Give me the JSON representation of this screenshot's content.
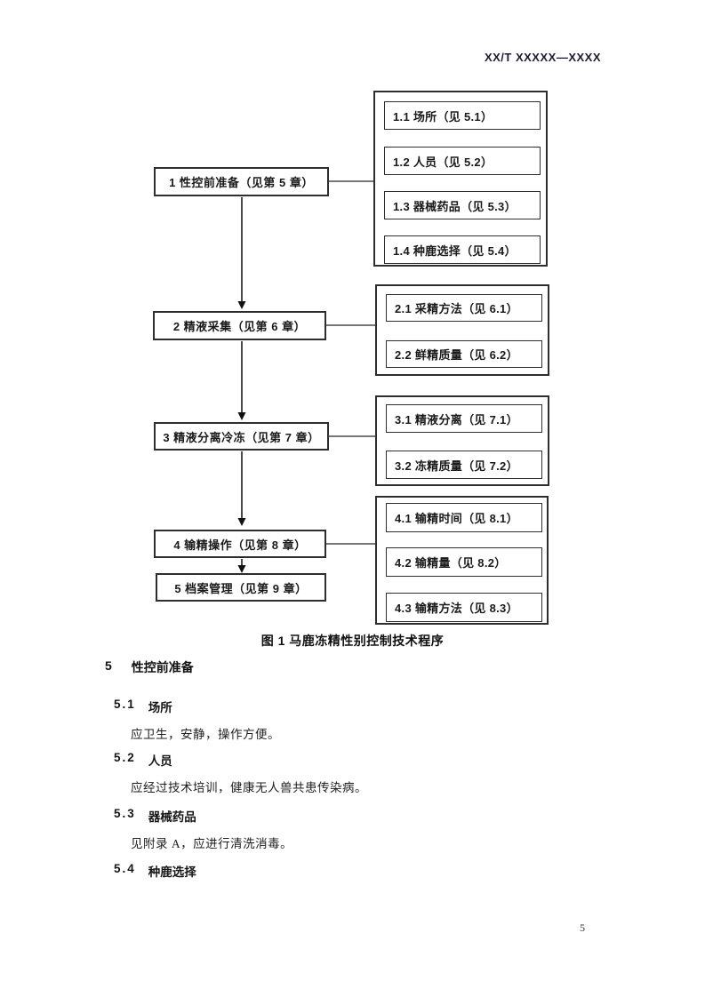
{
  "header": {
    "doc_code": "XX/T XXXXX—XXXX"
  },
  "colors": {
    "ink": "#1a1a1a",
    "border": "#2e2e2e",
    "line": "#4a4a4a"
  },
  "flowchart": {
    "main": [
      {
        "label": "1 性控前准备（见第 5 章）"
      },
      {
        "label": "2 精液采集（见第 6 章）"
      },
      {
        "label": "3 精液分离冷冻（见第 7 章）"
      },
      {
        "label": "4 输精操作（见第 8 章）"
      },
      {
        "label": "5 档案管理（见第 9 章）"
      }
    ],
    "groups": [
      {
        "items": [
          "1.1 场所（见 5.1）",
          "1.2 人员（见 5.2）",
          "1.3 器械药品（见 5.3）",
          "1.4 种鹿选择（见 5.4）"
        ]
      },
      {
        "items": [
          "2.1 采精方法（见 6.1）",
          "2.2 鲜精质量（见 6.2）"
        ]
      },
      {
        "items": [
          "3.1 精液分离（见 7.1）",
          "3.2 冻精质量（见 7.2）"
        ]
      },
      {
        "items": [
          "4.1 输精时间（见 8.1）",
          "4.2 输精量（见 8.2）",
          "4.3 输精方法（见 8.3）"
        ]
      }
    ],
    "caption": "图 1 马鹿冻精性别控制技术程序"
  },
  "section": {
    "number": "5",
    "title": "性控前准备",
    "subsections": [
      {
        "number": "5.1",
        "title": "场所",
        "body": "应卫生，安静，操作方便。"
      },
      {
        "number": "5.2",
        "title": "人员",
        "body": "应经过技术培训，健康无人兽共患传染病。"
      },
      {
        "number": "5.3",
        "title": "器械药品",
        "body": "见附录 A，应进行清洗消毒。"
      },
      {
        "number": "5.4",
        "title": "种鹿选择"
      }
    ]
  },
  "page_number": "5"
}
